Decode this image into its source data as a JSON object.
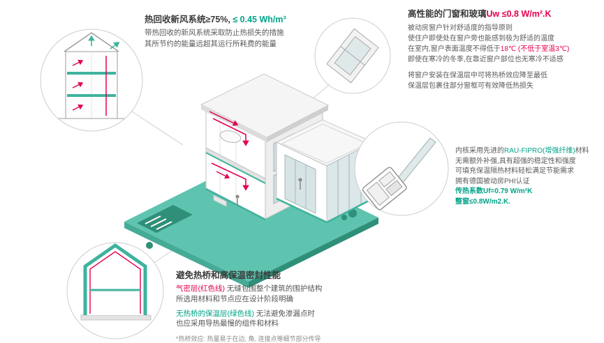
{
  "colors": {
    "green": "#00a388",
    "red": "#e4004f",
    "teal_ground": "#5ec3af",
    "dark_text": "#3a3a3a"
  },
  "heat_recovery": {
    "title": "热回收新风系统≥75%, ",
    "title_value": "≤ 0.45 Wh/m³",
    "line1": "带热回收的新风系统采取防止热损失的措施",
    "line2": "其所节约的能量远超其运行所耗费的能量"
  },
  "windows": {
    "title": "高性能的门窗和玻璃",
    "title_value": "Uw ≤0.8 W/m².K",
    "line1": "被动房窗户针对舒适度的指导原则",
    "line2": "使住户即使处在窗户旁也能感到极为舒适的温度",
    "line3_pre": "在室内,窗户表面温度不得低于",
    "line3_red": "18℃ (不低于室温3℃)",
    "line4": "即使在寒冷的冬季,在靠近窗户部位也无寒冷不适感",
    "line5": "将窗户安装在保温层中可将热桥效应降至最低",
    "line6": "保温层包裹住部分窗框可有效降低热损失"
  },
  "profile": {
    "line1_pre": "内核采用先进的",
    "line1_green": "RAU-FIPRO(增强纤维)",
    "line1_post": "材料",
    "line2": "无需额外补强,具有超强的稳定性和强度",
    "line3": "可填充保温隔热材料轻松满足节能需求",
    "line4": "拥有德国被动房PHI认证",
    "value1": "传热系数Uf=0.79 W/m²K",
    "value2": "整窗≤0.8W/m2.K."
  },
  "thermal": {
    "title": "避免热桥和高保温密封性能",
    "line1_red": "气密层(红色线)",
    "line1_rest": " 无缝包围整个建筑的围护结构",
    "line2": "所选用材料和节点应在设计阶段明确",
    "line3_green": "无热桥的保温层(绿色线)",
    "line3_rest": " 无法避免渗漏点时",
    "line4": "也应采用导热最慢的组件和材料",
    "note": "*热桥效应: 热量易于在边, 角, 连接点等细节部分传导"
  }
}
